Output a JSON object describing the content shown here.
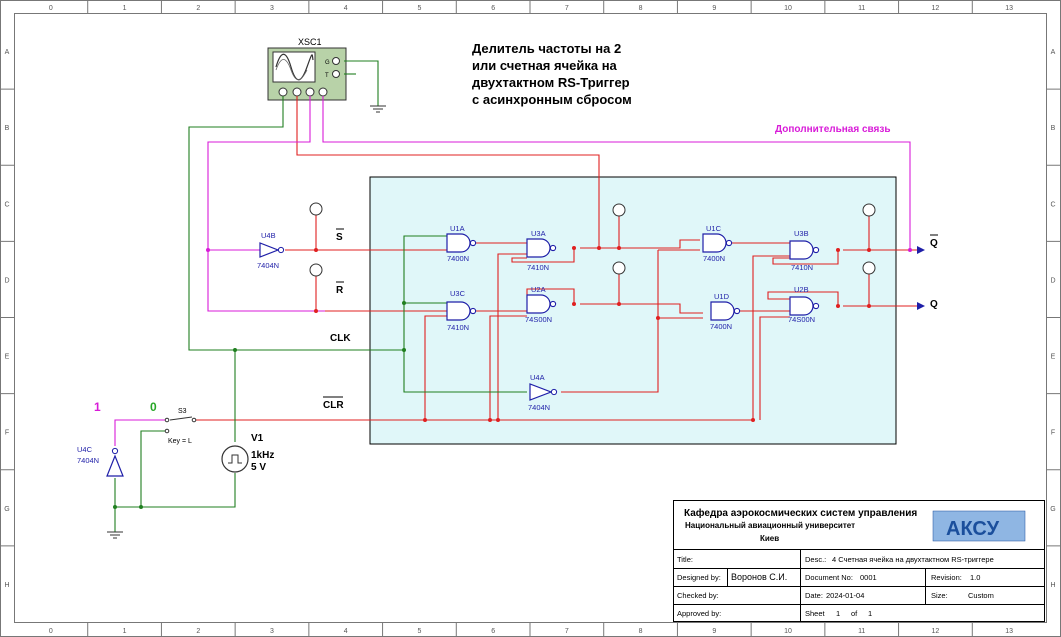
{
  "frame": {
    "col_labels": [
      "0",
      "1",
      "2",
      "3",
      "4",
      "5",
      "6",
      "7",
      "8",
      "9",
      "10",
      "11",
      "12",
      "13"
    ],
    "row_labels": [
      "A",
      "B",
      "C",
      "D",
      "E",
      "F",
      "G",
      "H"
    ]
  },
  "title_lines": [
    "Делитель частоты на 2",
    "или счетная ячейка на",
    "двухтактном RS-Триггер",
    "с асинхронным сбросом"
  ],
  "extra_link_label": "Дополнительная связь",
  "scope_label": "XSC1",
  "scope_pins": {
    "g": "G",
    "t": "T"
  },
  "signals": {
    "s": "S",
    "r": "R",
    "clk": "CLK",
    "clr": "CLR",
    "q_bar": "Q",
    "q": "Q"
  },
  "switch": {
    "name": "S3",
    "key": "Key = L",
    "one": "1",
    "zero": "0"
  },
  "source": {
    "name": "V1",
    "freq": "1kHz",
    "volt": "5 V"
  },
  "gates": [
    {
      "ref": "U4B",
      "type": "7404N"
    },
    {
      "ref": "U1A",
      "type": "7400N"
    },
    {
      "ref": "U3C",
      "type": "7410N"
    },
    {
      "ref": "U3A",
      "type": "7410N"
    },
    {
      "ref": "U2A",
      "type": "74S00N"
    },
    {
      "ref": "U1C",
      "type": "7400N"
    },
    {
      "ref": "U1D",
      "type": "7400N"
    },
    {
      "ref": "U3B",
      "type": "7410N"
    },
    {
      "ref": "U2B",
      "type": "74S00N"
    },
    {
      "ref": "U4A",
      "type": "7404N"
    },
    {
      "ref": "U4C",
      "type": "7404N"
    }
  ],
  "title_block": {
    "org1": "Кафедра аэрокосмических систем управления",
    "org2": "Национальный авиационный университет",
    "city": "Киев",
    "logo": "АКСУ",
    "title_label": "Title:",
    "desc_label": "Desc.:",
    "desc_value": "4 Счетная ячейка на двухтактном RS-триггере",
    "designed_label": "Designed by:",
    "designed_value": "Воронов С.И.",
    "docno_label": "Document No:",
    "docno_value": "0001",
    "revision_label": "Revision:",
    "revision_value": "1.0",
    "checked_label": "Checked by:",
    "date_label": "Date:",
    "date_value": "2024-01-04",
    "size_label": "Size:",
    "size_value": "Custom",
    "approved_label": "Approved by:",
    "sheet_label": "Sheet",
    "sheet_value": "1",
    "of_label": "of",
    "of_value": "1"
  },
  "colors": {
    "red_wire": "#e02020",
    "magenta_wire": "#d81bd8",
    "green_wire": "#1f7f1f",
    "gate_blue": "#1f1fa8",
    "panel": "#e0f7f9",
    "logo_bg": "#8fb6e3",
    "logo_text": "#1b4f9c"
  }
}
